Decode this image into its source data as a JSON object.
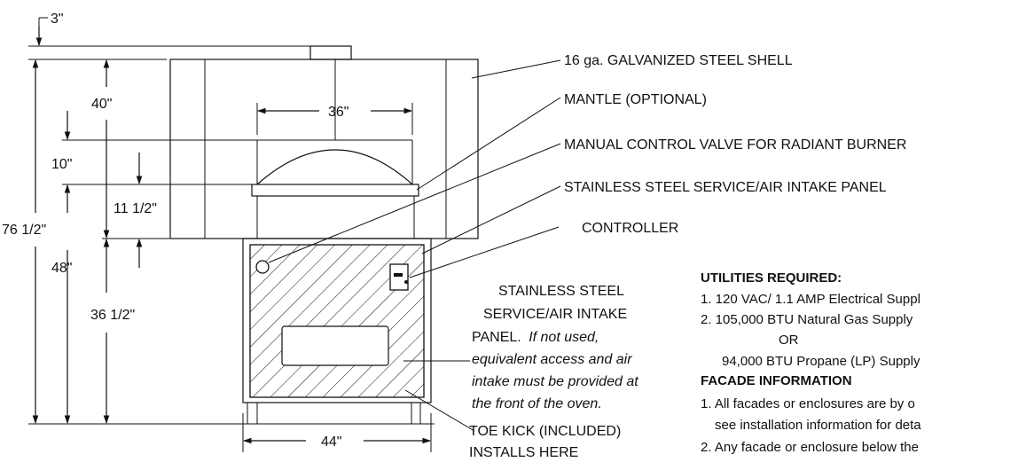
{
  "dimensions": {
    "d3": "3\"",
    "d40": "40\"",
    "d36": "36\"",
    "d10": "10\"",
    "d11_5": "11 1/2\"",
    "d76_5": "76 1/2\"",
    "d48": "48\"",
    "d36_5": "36 1/2\"",
    "d44": "44\""
  },
  "callouts": {
    "shell": "16 ga. GALVANIZED STEEL SHELL",
    "mantle": "MANTLE (OPTIONAL)",
    "valve": "MANUAL CONTROL VALVE FOR RADIANT BURNER",
    "panel": "STAINLESS STEEL SERVICE/AIR INTAKE PANEL",
    "controller": "CONTROLLER"
  },
  "panel_note": {
    "line1": "STAINLESS STEEL",
    "line2": "SERVICE/AIR INTAKE",
    "line3_plain": "PANEL.",
    "line3_italic": "If not used,",
    "line4": "equivalent access and air",
    "line5": "intake must be provided at",
    "line6": "the front of the oven."
  },
  "toe_kick": {
    "line1": "TOE KICK (INCLUDED)",
    "line2": "INSTALLS HERE"
  },
  "utilities": {
    "heading": "UTILITIES REQUIRED:",
    "item1": "1.  120 VAC/ 1.1 AMP Electrical Suppl",
    "item2": "2.  105,000 BTU Natural Gas Supply",
    "or": "OR",
    "item3": "94,000 BTU Propane (LP) Supply"
  },
  "facade": {
    "heading": "FACADE INFORMATION",
    "item1": "1. All facades or enclosures are by o",
    "item1b": "see installation information for deta",
    "item2": "2. Any facade or enclosure below the"
  }
}
